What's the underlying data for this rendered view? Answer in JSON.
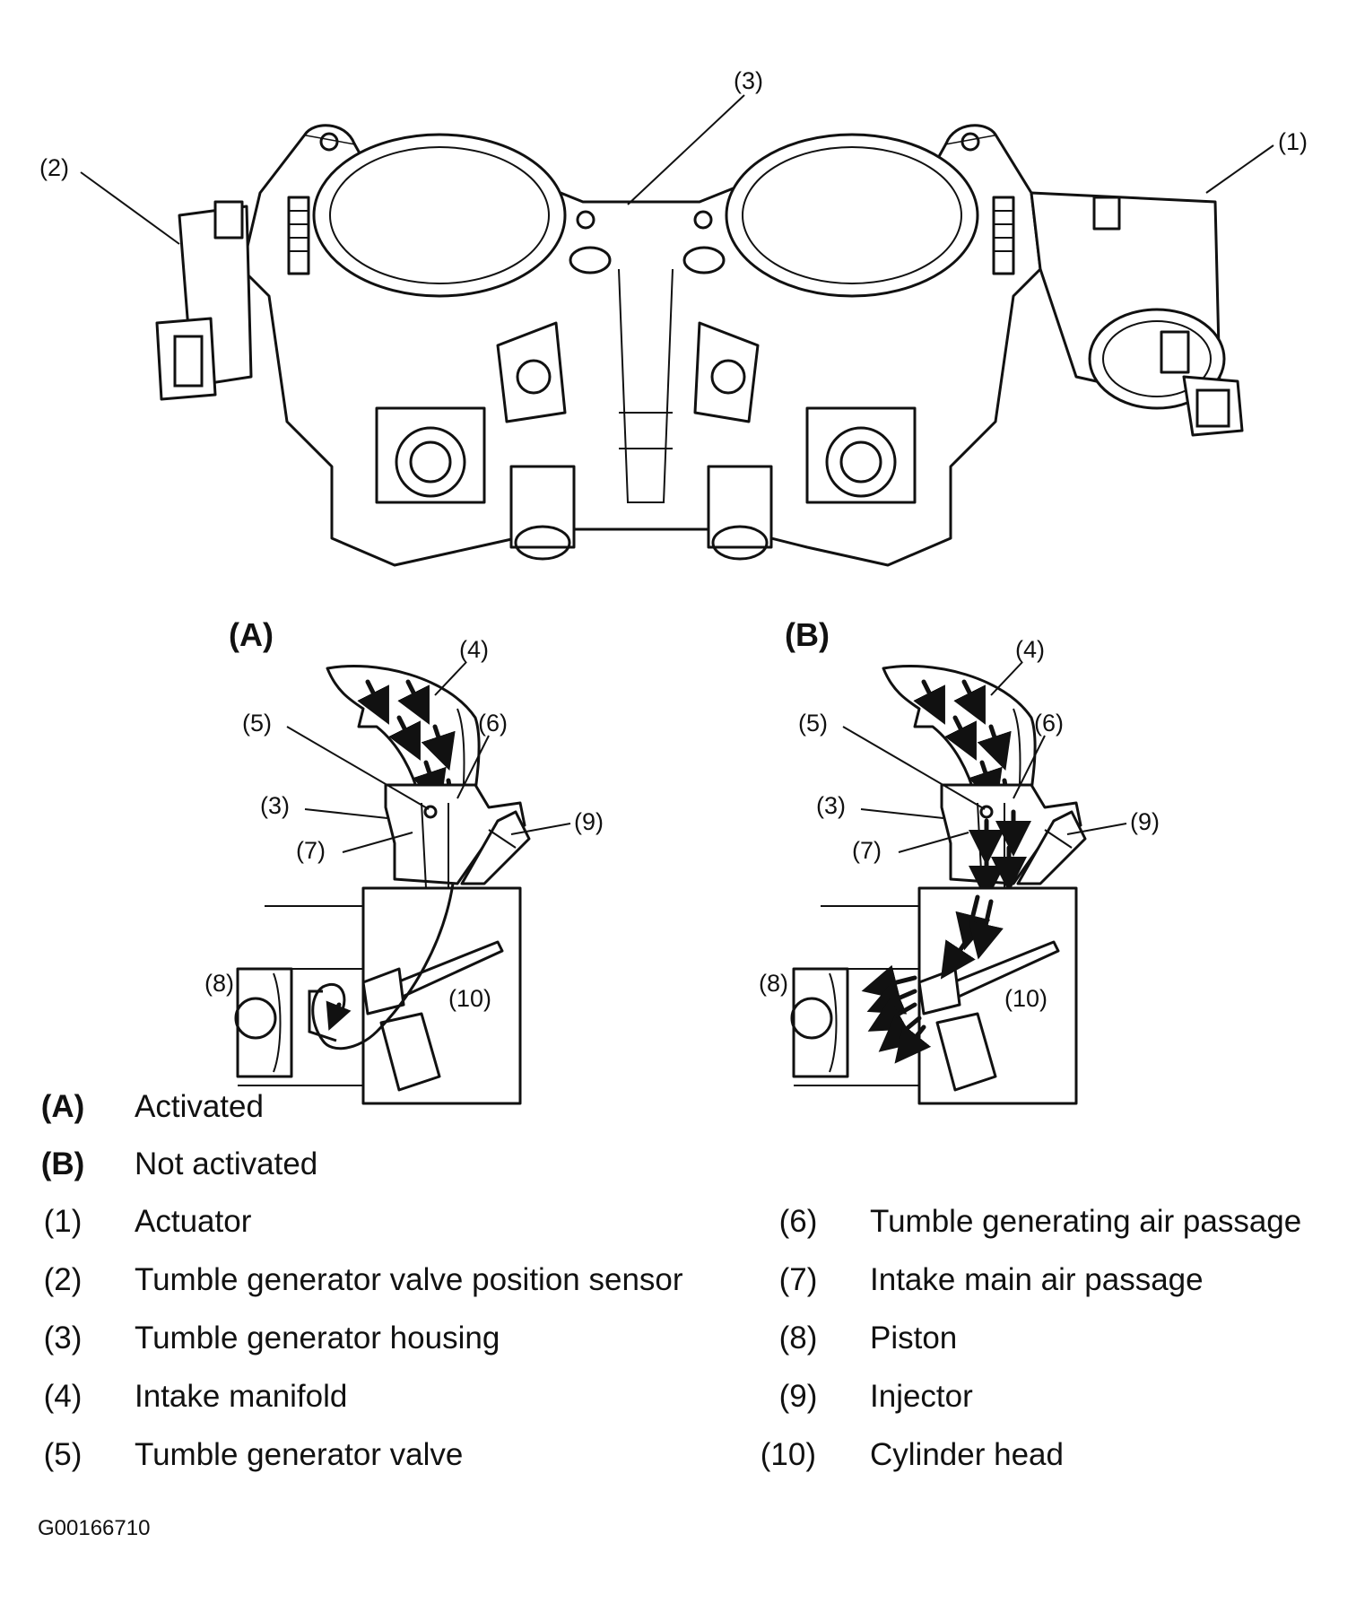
{
  "diagram": {
    "callouts_top": [
      "(1)",
      "(2)",
      "(3)"
    ],
    "panel_a": {
      "letter": "(A)",
      "callouts": [
        "(3)",
        "(4)",
        "(5)",
        "(6)",
        "(7)",
        "(8)",
        "(9)",
        "(10)"
      ]
    },
    "panel_b": {
      "letter": "(B)",
      "callouts": [
        "(3)",
        "(4)",
        "(5)",
        "(6)",
        "(7)",
        "(8)",
        "(9)",
        "(10)"
      ]
    }
  },
  "legend": {
    "states": [
      {
        "key": "(A)",
        "text": "Activated"
      },
      {
        "key": "(B)",
        "text": "Not activated"
      }
    ],
    "left_items": [
      {
        "key": "(1)",
        "text": "Actuator"
      },
      {
        "key": "(2)",
        "text": "Tumble generator valve position sensor"
      },
      {
        "key": "(3)",
        "text": "Tumble generator housing"
      },
      {
        "key": "(4)",
        "text": "Intake manifold"
      },
      {
        "key": "(5)",
        "text": "Tumble generator valve"
      }
    ],
    "right_items": [
      {
        "key": "(6)",
        "text": "Tumble generating air passage"
      },
      {
        "key": "(7)",
        "text": "Intake main air passage"
      },
      {
        "key": "(8)",
        "text": "Piston"
      },
      {
        "key": "(9)",
        "text": "Injector"
      },
      {
        "key": "(10)",
        "text": "Cylinder head"
      }
    ]
  },
  "figure_code": "G00166710"
}
